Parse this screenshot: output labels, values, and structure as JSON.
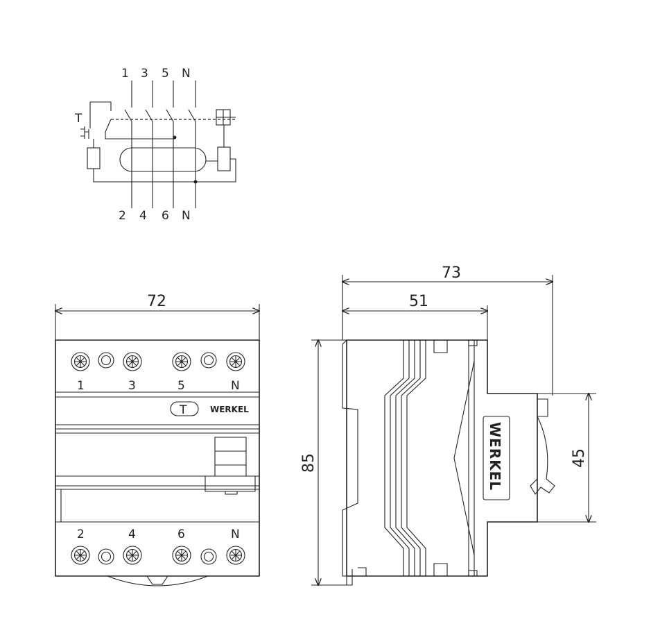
{
  "schematic": {
    "top_terminals": [
      "1",
      "3",
      "5",
      "N"
    ],
    "bottom_terminals": [
      "2",
      "4",
      "6",
      "N"
    ],
    "test_label": "T"
  },
  "front_view": {
    "width_dim": "72",
    "top_terminals": [
      "1",
      "3",
      "5",
      "N"
    ],
    "bottom_terminals": [
      "2",
      "4",
      "6",
      "N"
    ],
    "test_button": "T",
    "brand": "WERKEL"
  },
  "side_view": {
    "overall_depth_dim": "73",
    "body_depth_dim": "51",
    "height_dim": "85",
    "front_height_dim": "45",
    "brand": "WERKEL"
  }
}
